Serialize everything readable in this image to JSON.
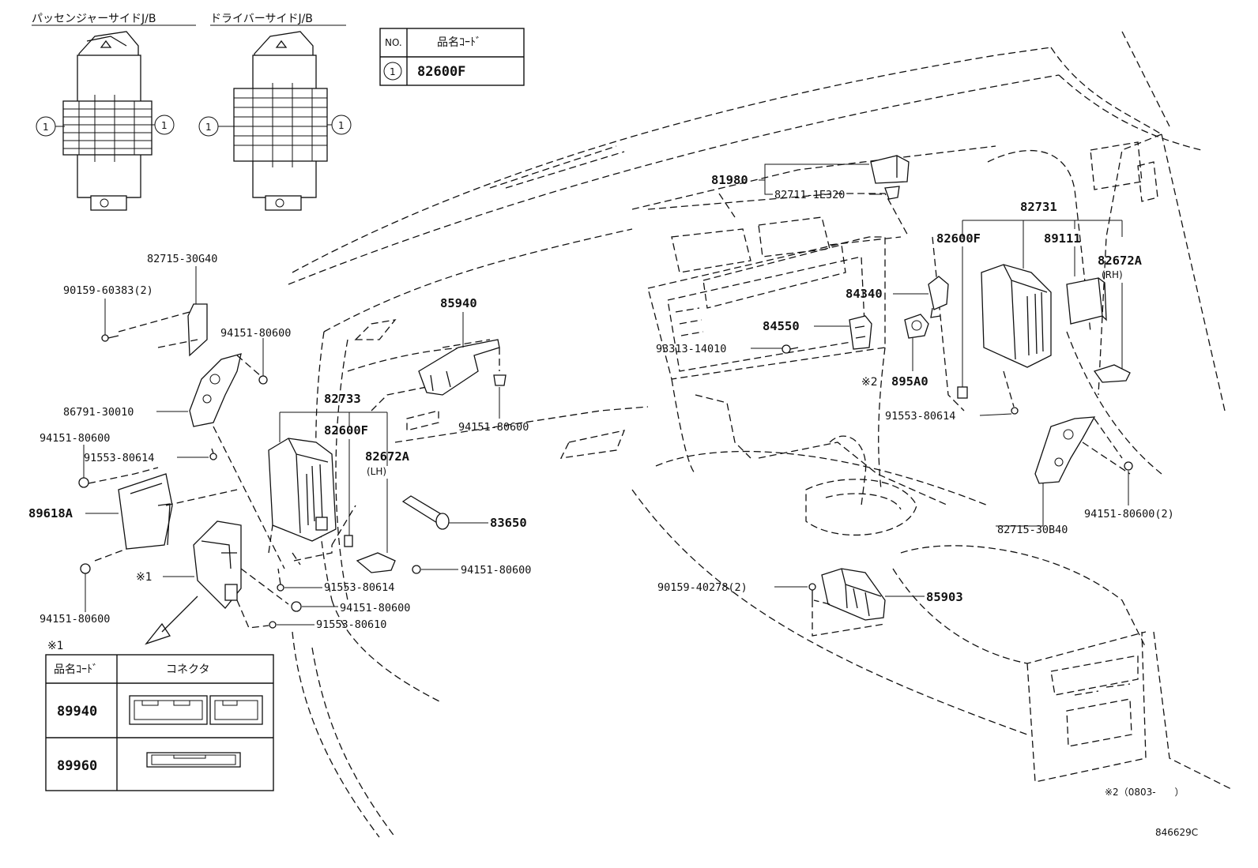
{
  "headers": {
    "passenger_jb": "パッセンジャーサイドJ/B",
    "driver_jb": "ドライバーサイドJ/B"
  },
  "legend_table": {
    "col_no": "NO.",
    "col_code": "品名ｺｰﾄﾞ",
    "row_no": "1",
    "row_code": "82600F"
  },
  "circle_callout": "1",
  "parts": {
    "p82715_30G40": "82715-30G40",
    "p90159_60383": "90159-60383(2)",
    "p94151_80600_a": "94151-80600",
    "p86791_30010": "86791-30010",
    "p94151_80600_b": "94151-80600",
    "p91553_80614_a": "91553-80614",
    "p89618A": "89618A",
    "p94151_80600_c": "94151-80600",
    "p85940": "85940",
    "p94151_80600_d": "94151-80600",
    "p82733": "82733",
    "p82600F_lh": "82600F",
    "p82672A_lh": "82672A",
    "lh": "(LH)",
    "p83650": "83650",
    "p94151_80600_e": "94151-80600",
    "p91553_80614_b": "91553-80614",
    "p94151_80600_f": "94151-80600",
    "p91553_80610": "91553-80610",
    "p81980": "81980",
    "p82711_1E320": "82711-1E320",
    "p82731": "82731",
    "p82600F_rh": "82600F",
    "p89111": "89111",
    "p82672A_rh": "82672A",
    "rh": "(RH)",
    "p84340": "84340",
    "p84550": "84550",
    "p93313_14010": "93313-14010",
    "note2_mark": "※2",
    "p895A0": "895A0",
    "p91553_80614_c": "91553-80614",
    "p94151_80600_g": "94151-80600(2)",
    "p82715_30B40": "82715-30B40",
    "p90159_40278": "90159-40278(2)",
    "p85903": "85903",
    "note1_mark": "※1"
  },
  "connector_table": {
    "title": "※1",
    "col_code": "品名ｺｰﾄﾞ",
    "col_connector": "コネクタ",
    "rows": [
      {
        "code": "89940"
      },
      {
        "code": "89960"
      }
    ]
  },
  "footnote": "※2（0803-　　）",
  "diagram_id": "846629C"
}
